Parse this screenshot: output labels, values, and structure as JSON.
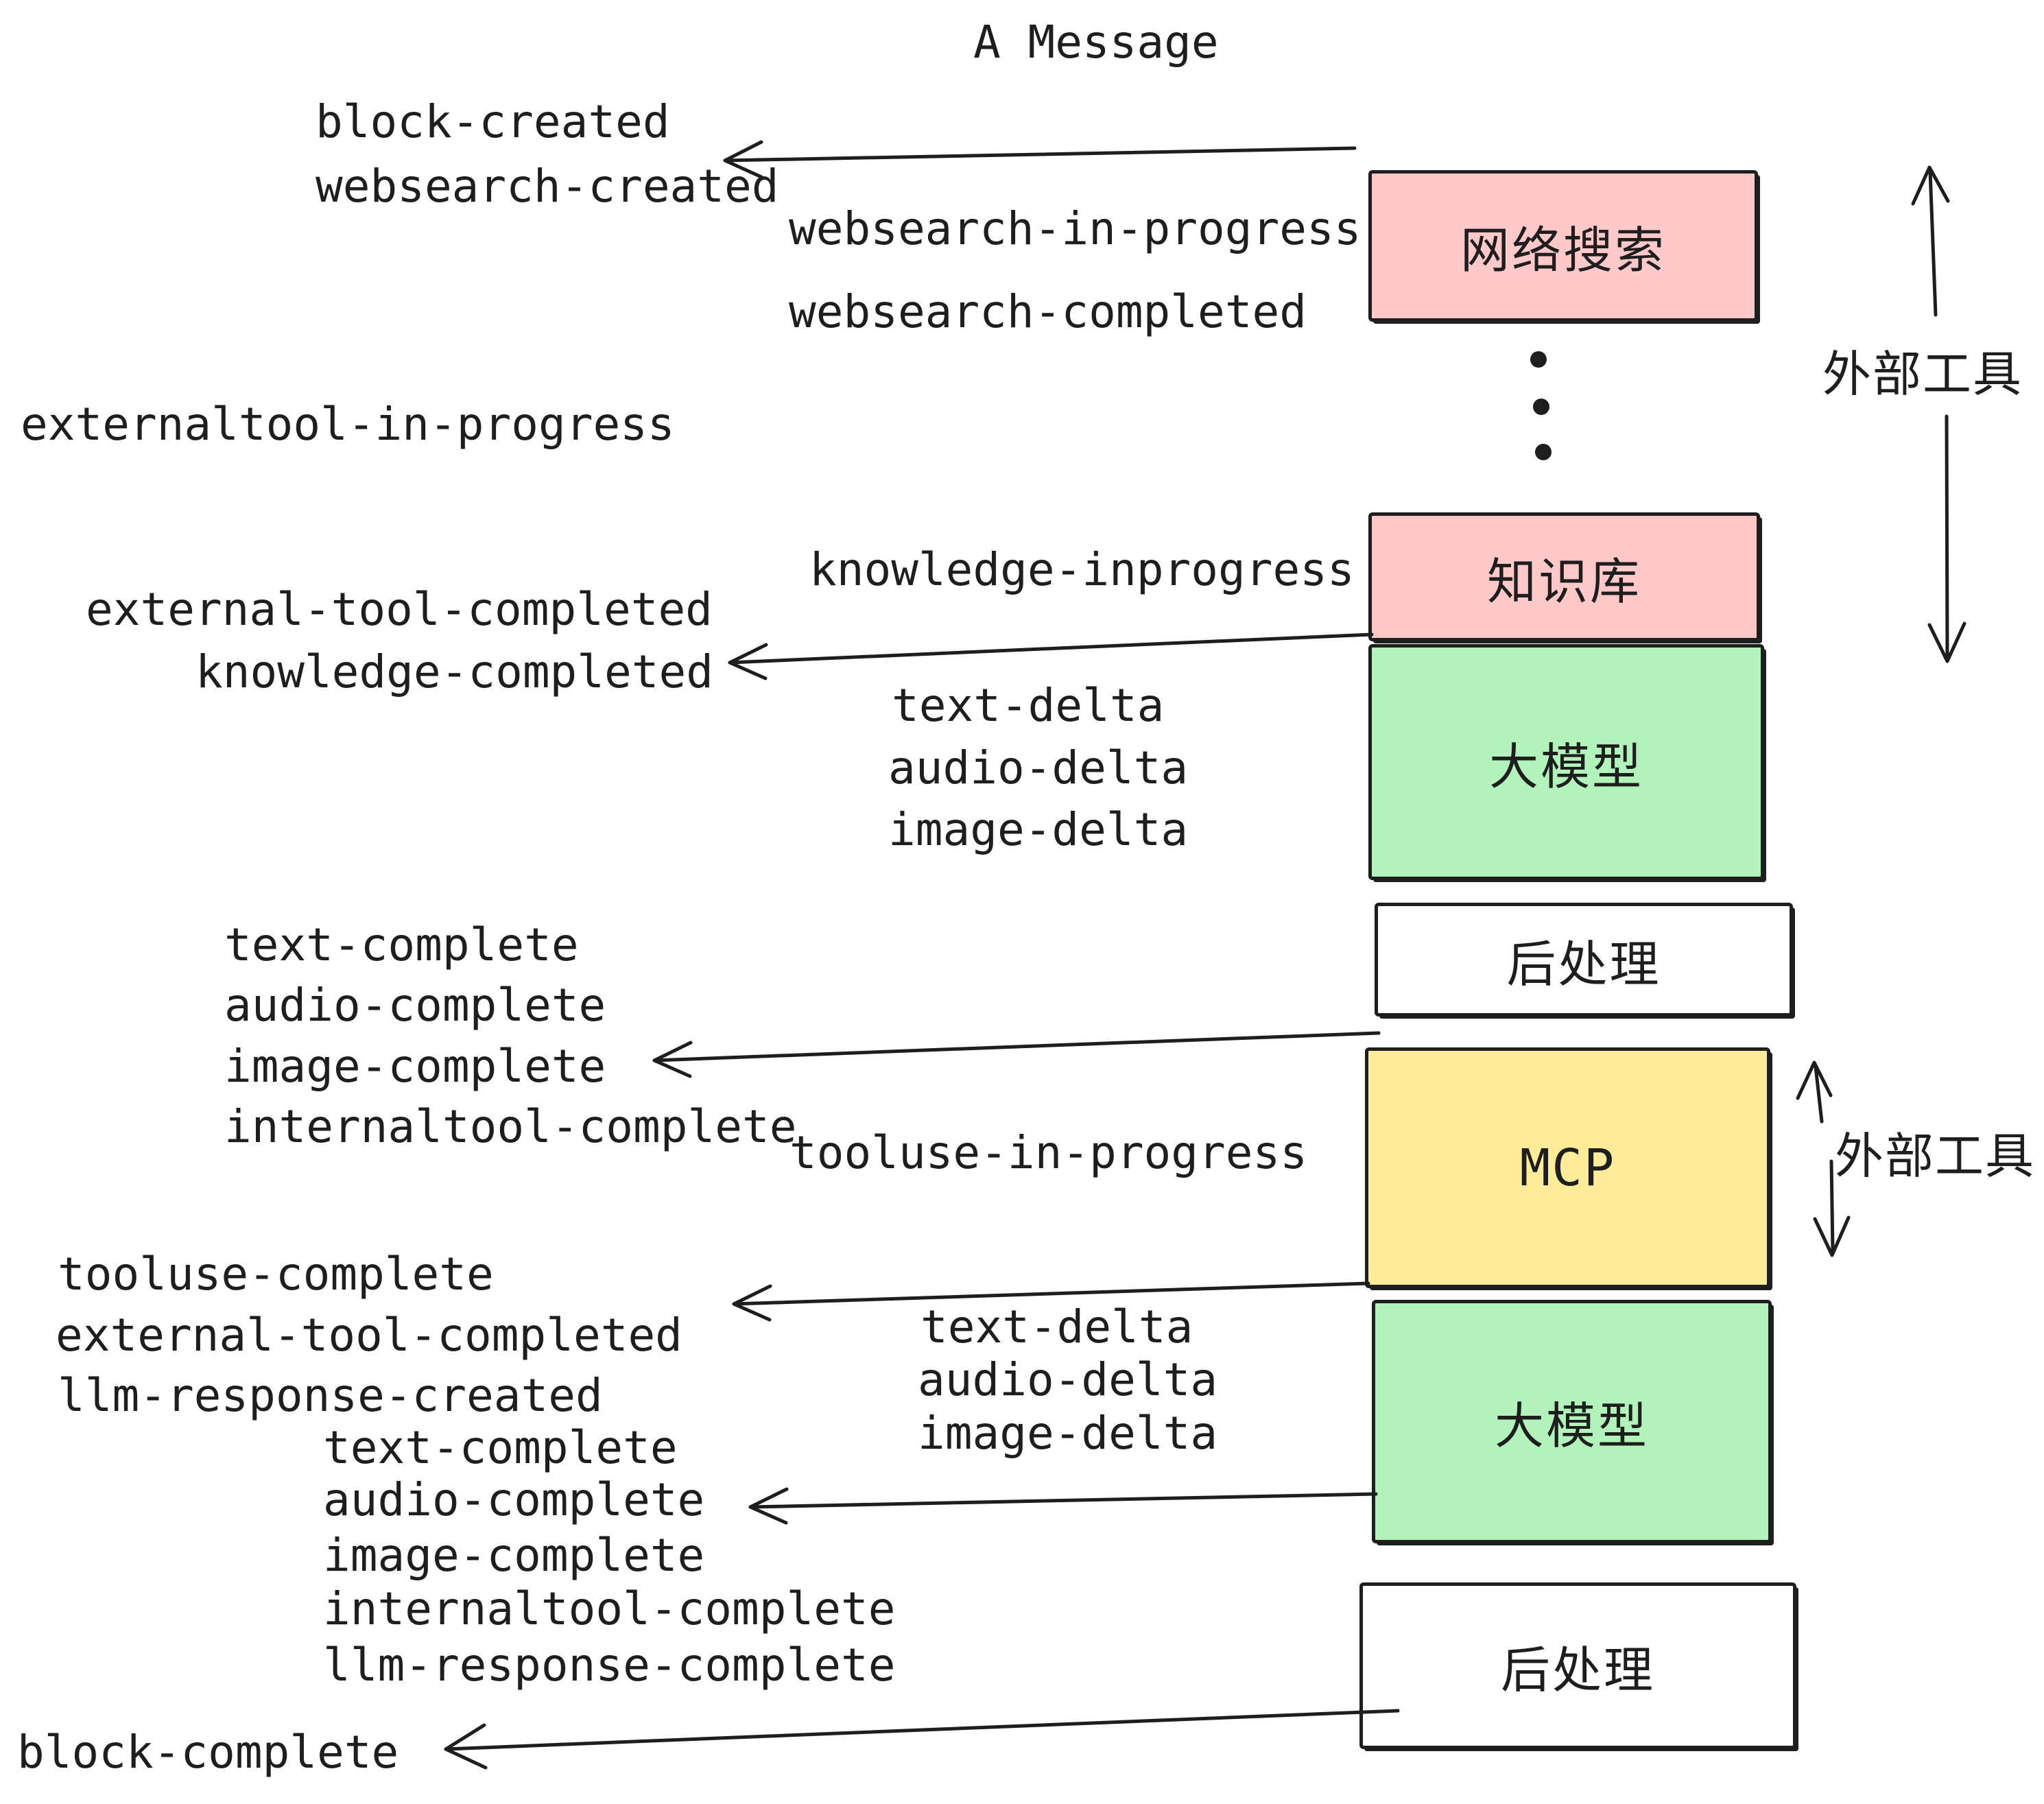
{
  "title": "A Message",
  "colors": {
    "pink": "#ffc9c9",
    "green": "#b2f2bb",
    "yellow": "#ffec99",
    "white": "#ffffff",
    "stroke": "#1e1e1e"
  },
  "boxes": [
    {
      "label": "网络搜索",
      "color": "pink"
    },
    {
      "label": "知识库",
      "color": "pink"
    },
    {
      "label": "大模型",
      "color": "green"
    },
    {
      "label": "后处理",
      "color": "white"
    },
    {
      "label": "MCP",
      "color": "yellow"
    },
    {
      "label": "大模型",
      "color": "green"
    },
    {
      "label": "后处理",
      "color": "white"
    }
  ],
  "side_labels": [
    {
      "text": "外部工具"
    },
    {
      "text": "外部工具"
    }
  ],
  "events": [
    "block-created",
    "websearch-created",
    "websearch-in-progress",
    "websearch-completed",
    "externaltool-in-progress",
    "knowledge-inprogress",
    "external-tool-completed",
    "knowledge-completed",
    "text-delta",
    "audio-delta",
    "image-delta",
    "text-complete",
    "audio-complete",
    "image-complete",
    "internaltool-complete",
    "tooluse-in-progress",
    "tooluse-complete",
    "external-tool-completed",
    "llm-response-created",
    "text-delta",
    "audio-delta",
    "image-delta",
    "text-complete",
    "audio-complete",
    "image-complete",
    "internaltool-complete",
    "llm-response-complete",
    "block-complete"
  ]
}
